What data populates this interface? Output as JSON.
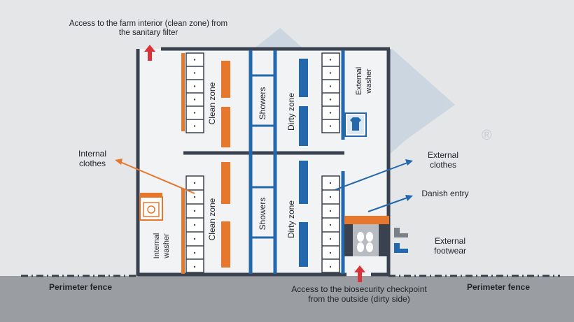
{
  "annotations": {
    "access_interior": [
      "Access to the farm interior (clean zone) from",
      "the sanitary filter"
    ],
    "access_checkpoint": [
      "Access to the biosecurity checkpoint",
      "from the outside (dirty side)"
    ],
    "internal_clothes": [
      "Internal",
      "clothes"
    ],
    "external_clothes": [
      "External",
      "clothes"
    ],
    "danish_entry": "Danish entry",
    "external_footwear": [
      "External",
      "footwear"
    ],
    "perimeter_fence_left": "Perimeter fence",
    "perimeter_fence_right": "Perimeter fence",
    "watermark_mark": "®"
  },
  "rooms": {
    "clean_zone_top": "Clean zone",
    "clean_zone_bottom": "Clean zone",
    "showers_top": "Showers",
    "showers_bottom": "Showers",
    "dirty_zone_top": "Dirty zone",
    "dirty_zone_bottom": "Dirty zone",
    "external_washer": [
      "External",
      "washer"
    ],
    "internal_washer": [
      "Internal",
      "washer"
    ]
  },
  "colors": {
    "orange": "#e8772e",
    "blue": "#2368ad",
    "wall": "#3a4250",
    "red_arrow": "#d9343a",
    "ground": "#9a9ea3",
    "background": "#e4e6e8"
  }
}
